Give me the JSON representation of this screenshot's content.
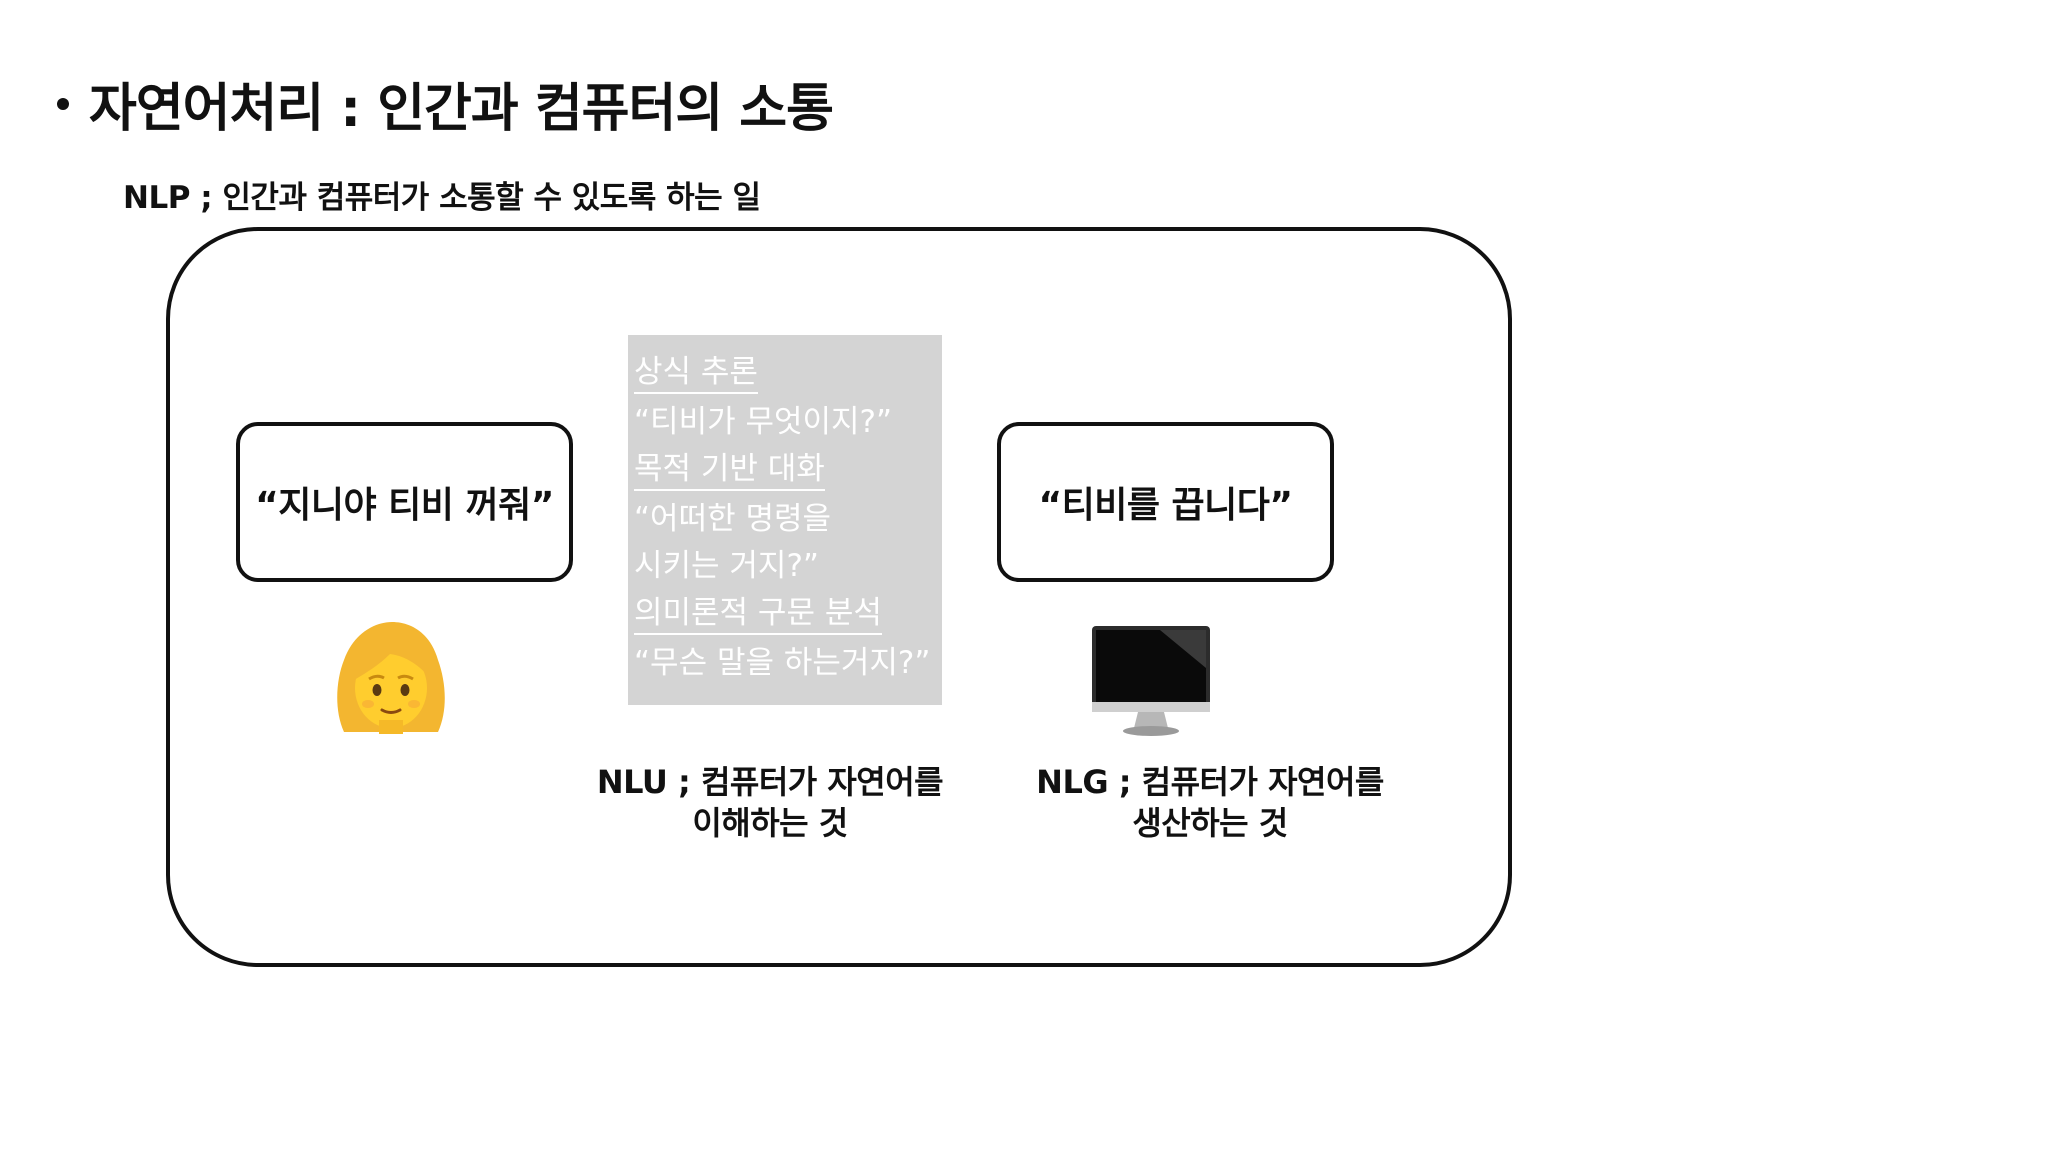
{
  "slide": {
    "title": "자연어처리 : 인간과 컴퓨터의 소통",
    "subtitle": "NLP ; 인간과 컴퓨터가 소통할 수 있도록 하는 일"
  },
  "diagram": {
    "human_speech": "“지니야 티비 꺼줘”",
    "computer_speech": "“티비를 끕니다”",
    "middle_panel": [
      {
        "text": "상식 추론",
        "heading": true
      },
      {
        "text": "“티비가 무엇이지?”",
        "heading": false
      },
      {
        "text": "목적 기반 대화",
        "heading": true
      },
      {
        "text": "“어떠한 명령을",
        "heading": false
      },
      {
        "text": "시키는 거지?”",
        "heading": false
      },
      {
        "text": "의미론적 구문 분석",
        "heading": true
      },
      {
        "text": "“무슨 말을 하는거지?”",
        "heading": false
      }
    ],
    "nlu_caption": [
      "NLU ; 컴퓨터가 자연어를",
      "이해하는 것"
    ],
    "nlg_caption": [
      "NLG ; 컴퓨터가 자연어를",
      "생산하는 것"
    ]
  },
  "icons": {
    "woman": "woman-emoji-icon",
    "computer": "desktop-computer-icon"
  },
  "colors": {
    "panel_background": "#d4d4d4",
    "panel_text": "#ffffff",
    "text": "#111111",
    "hair": "#f5b82e",
    "skin": "#ffcc22"
  }
}
